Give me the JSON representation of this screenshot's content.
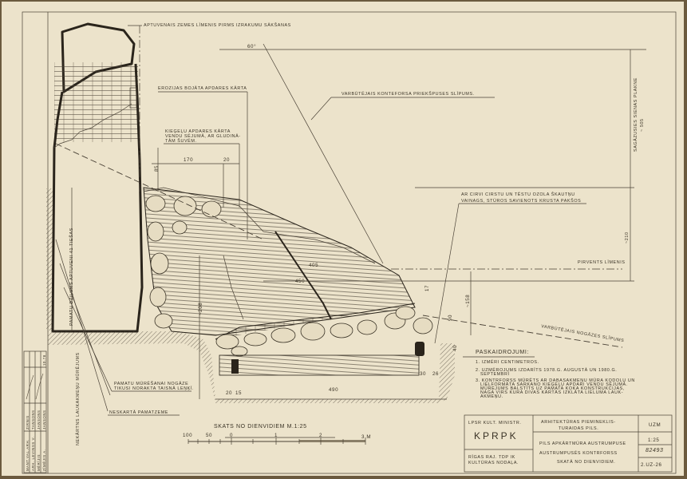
{
  "labels": {
    "ground_level": "APTUVENAIS ZEMES LĪMENIS PIRMS IZRAKUMU SĀKŠANAS",
    "angle": "60°",
    "erosion": "EROZIJAS BOJĀTA APDARES KĀRTA",
    "front_slope": "VARBŪTĒJAIS KONTEFORSA PRIEKŠPUSES SLĪPUMS.",
    "brick_layer": [
      "KIEĢEĻU APDARES KĀRTA",
      "VENDU SĒJUMĀ, AR GLUDINĀ-",
      "TĀM ŠUVĒM."
    ],
    "tilted_wall": "SAGĀZUSIES SIENAS PLAKNE",
    "tilted_wall_dim": "~ 505",
    "oak_crown": [
      "AR CIRVI CIRSTU UN TĒSTU OZOLA ŠKAUTŅU",
      "VAINAGS, STŪROS SAVIENOTS KRUSTA PAKŠOS"
    ],
    "dim_210": "~210",
    "courtyard_level": "PIRVENTS LĪMENIS",
    "slope": "VARBŪTĒJAIS NOGĀZES SLĪPUMS",
    "foundation_cut": [
      "PAMATU MŪRĒŠANAI NOGĀZE",
      "TIKUSI NORAKTA TAISNĀ LEŅĶĪ."
    ],
    "undisturbed": "NESKARTĀ PAMATZEME",
    "fieldstone": "NEKĀRTNS LAUKAKMEŅU MŪRĒJUMS",
    "foundation_depth": "PAMATU DZIĻUMS APTUVENI 41 TIEŠAS"
  },
  "dimensions": {
    "d170": "170",
    "d20a": "20",
    "d85": "85",
    "d405": "405",
    "d450": "450",
    "d158": "~158",
    "d17": "17",
    "d208": "~208",
    "d90": "90",
    "d30": "30",
    "d26": "26",
    "d20b": "20",
    "d15": "15",
    "d490": "490",
    "d40": "40"
  },
  "notes": {
    "title": "PASKAIDROJUMI:",
    "items": [
      [
        "1. IZMĒRI CENTIMETROS."
      ],
      [
        "2. UZMĒROJUMS IZDARĪTS 1978.G. AUGUSTĀ UN 1980.G.",
        "SEPTEMBRĪ"
      ],
      [
        "3. KONTRFORSS MŪRĒTS AR DABASAKMEŅU MŪRA KODOLU UN",
        "LIELFORMĀTA SARKANO KIEĢEĻU APDARI VENDU SĒJUMĀ.",
        "MŪRĒJUMS BALSTĪTS UZ PAMATA KOKA KONSTRUKCIJAS,",
        "NAGA VIRS KURA DIVAS KĀRTĀS IZKLĀTA LIELUMA LAUK-",
        "AKMEŅU."
      ]
    ]
  },
  "scale": {
    "title": "SKATS NO DIENVIDIEM   M.1:25",
    "ticks": [
      "100",
      "50",
      "0",
      "1",
      "2",
      "3 M"
    ]
  },
  "title_block": {
    "ministry": "LPSR KULT. MINISTR.",
    "org": "KPRPK",
    "dept": [
      "RĪGAS RAJ. TDP IK",
      "KULTŪRAS NODAĻA."
    ],
    "monument": [
      "ARHITEKTŪRAS PIEMINEKLIS-",
      "TURAIDAS PILS."
    ],
    "sheet_title": [
      "PILS APKĀRTMŪRA AUSTRUMPUSE",
      "AUSTRUMPUSĒS KONTRFORSS",
      "SKATĀ NO DIENVIDIEM."
    ],
    "code": "UZM",
    "scale": "1:25",
    "inventory": "82493",
    "sheet_no": "2.UZ-26"
  },
  "stamp": {
    "rows": [
      [
        "MANT.VAL.ARH.",
        "ZIRNIS"
      ],
      [
        "ARH. LEVINSS V.",
        "TANSONS"
      ],
      [
        "MĒRĪJIS",
        "JANSONS"
      ],
      [
        "ZĪMĒJIS A.",
        "JANSONS"
      ]
    ],
    "date": "10.78"
  },
  "colors": {
    "paper": "#ece3cb",
    "ink": "#3a3326",
    "edge": "#6b5a3e"
  }
}
